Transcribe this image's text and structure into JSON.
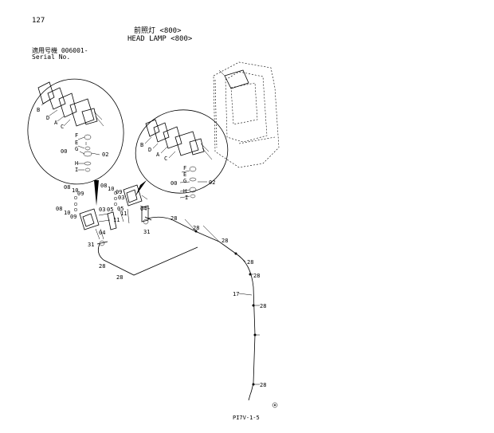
{
  "page_number": "127",
  "title_jp": "前照灯 <800>",
  "title_en": "HEAD LAMP <800>",
  "serial_jp": "適用号機  006001-",
  "serial_en": "Serial No.",
  "figure_code": "PI7V-1-5",
  "callouts": {
    "left_inset": [
      "B",
      "D",
      "A",
      "C",
      "F",
      "E",
      "G",
      "00",
      "02",
      "H",
      "I"
    ],
    "right_inset": [
      "B",
      "D",
      "A",
      "C",
      "F",
      "E",
      "G",
      "00",
      "02",
      "H",
      "I"
    ],
    "left_bracket": [
      "08",
      "10",
      "09",
      "08",
      "10",
      "09"
    ],
    "right_bracket": [
      "08",
      "10",
      "09",
      "03",
      "04",
      "05",
      "11",
      "03",
      "05",
      "11",
      "04"
    ],
    "harness": [
      "31",
      "31",
      "28",
      "28",
      "28",
      "28",
      "28",
      "28",
      "28",
      "28",
      "17",
      "28"
    ]
  }
}
